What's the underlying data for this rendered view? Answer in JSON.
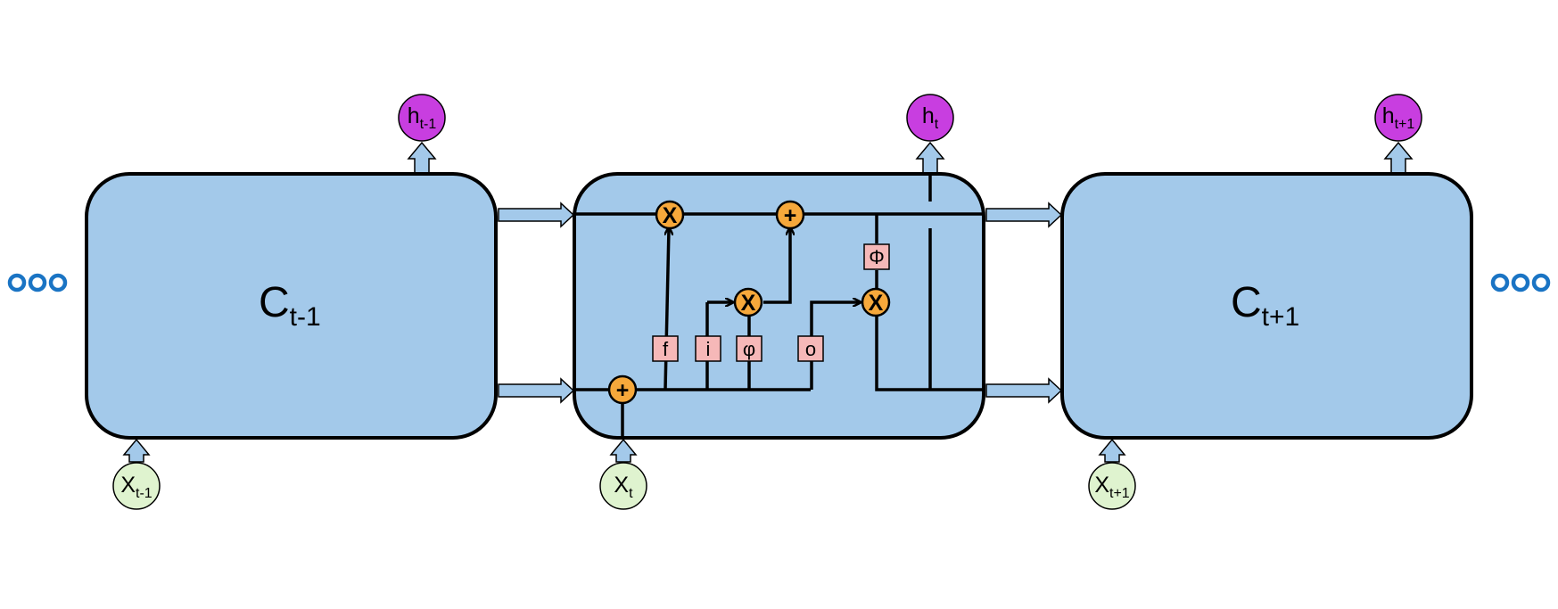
{
  "cells": [
    {
      "id": "prev",
      "label_main": "C",
      "label_sub": "t-1"
    },
    {
      "id": "current"
    },
    {
      "id": "next",
      "label_main": "C",
      "label_sub": "t+1"
    }
  ],
  "outputs": [
    {
      "main": "h",
      "sub": "t-1"
    },
    {
      "main": "h",
      "sub": "t"
    },
    {
      "main": "h",
      "sub": "t+1"
    }
  ],
  "inputs": [
    {
      "main": "X",
      "sub": "t-1"
    },
    {
      "main": "X",
      "sub": "t"
    },
    {
      "main": "X",
      "sub": "t+1"
    }
  ],
  "operators": {
    "forget_multiply": "X",
    "cell_add": "+",
    "input_multiply": "X",
    "output_multiply": "X",
    "input_add": "+"
  },
  "gates": {
    "forget": "f",
    "input": "i",
    "candidate": "φ",
    "output": "o",
    "cell_activation": "Φ"
  },
  "colors": {
    "cell": "#a3c9ea",
    "operator": "#f6a83b",
    "gate": "#f6b8b8",
    "hidden": "#c83ee0",
    "input": "#dff3cf",
    "ellipsis": "#1a74c4"
  }
}
